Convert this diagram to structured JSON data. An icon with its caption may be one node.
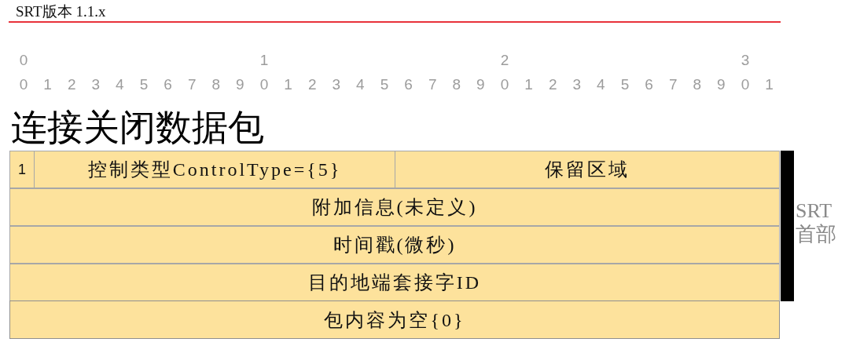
{
  "diagram": {
    "title": "连接关闭数据包",
    "nodes": [
      {
        "text": [
          "1"
        ]
      },
      {
        "text": [
          "控制类型ControlType={5}"
        ]
      },
      {
        "text": [
          "保留区域"
        ]
      },
      {
        "text": [
          "附加信息(未定义)"
        ]
      },
      {
        "text": [
          "时间戳(微秒)"
        ]
      },
      {
        "text": [
          "目的地端套接字ID"
        ]
      },
      {
        "text": [
          "包内容为空{0}"
        ]
      },
      {
        "text": [],
        "shape": "bar",
        "beside": [
          "SRT 首部"
        ]
      }
    ],
    "labels": [
      "SRT版本 1.1.x",
      "0",
      "1",
      "2",
      "3",
      "0",
      "1",
      "2",
      "3",
      "4",
      "5",
      "6",
      "7",
      "8",
      "9",
      "0",
      "1",
      "2",
      "3",
      "4",
      "5",
      "6",
      "7",
      "8",
      "9",
      "0",
      "1",
      "2",
      "3",
      "4",
      "5",
      "6",
      "7",
      "8",
      "9",
      "0",
      "1"
    ]
  }
}
